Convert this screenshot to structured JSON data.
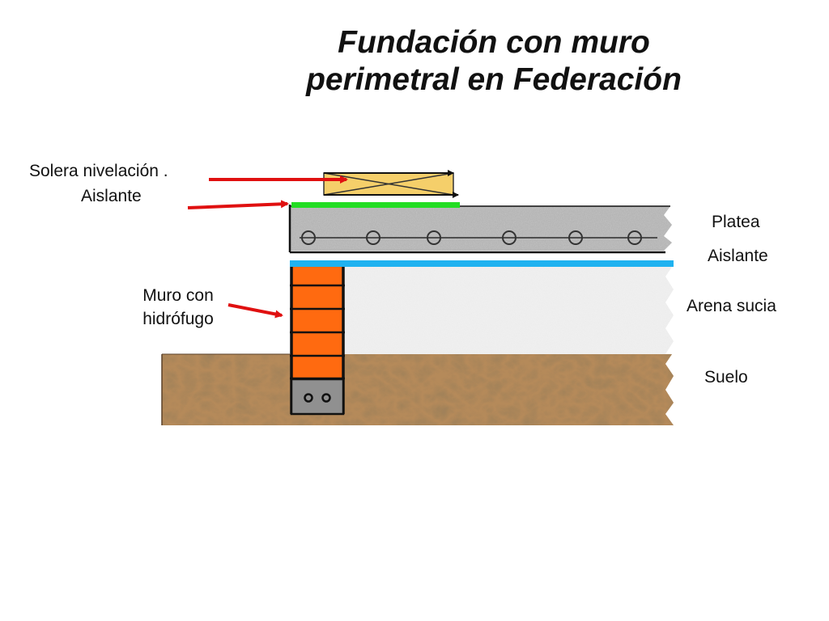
{
  "title": {
    "line1": "Fundación con muro",
    "line2": "perimetral en Federación"
  },
  "labels": {
    "solera": "Solera nivelación .",
    "aislante_top": "Aislante",
    "muro_line1": "Muro con",
    "muro_line2": "hidrófugo",
    "platea": "Platea",
    "aislante_right": "Aislante",
    "arena": "Arena sucia",
    "suelo": "Suelo"
  },
  "colors": {
    "arrow": "#e01010",
    "solera": "#f5cf6a",
    "green_insulation": "#22dd22",
    "blue_insulation": "#1fb2f0",
    "brick": "#ff6a10",
    "concrete_footing": "#909090",
    "slab": "#a9a9a9",
    "sand": "#ececec",
    "soil": "#b58a5a"
  }
}
